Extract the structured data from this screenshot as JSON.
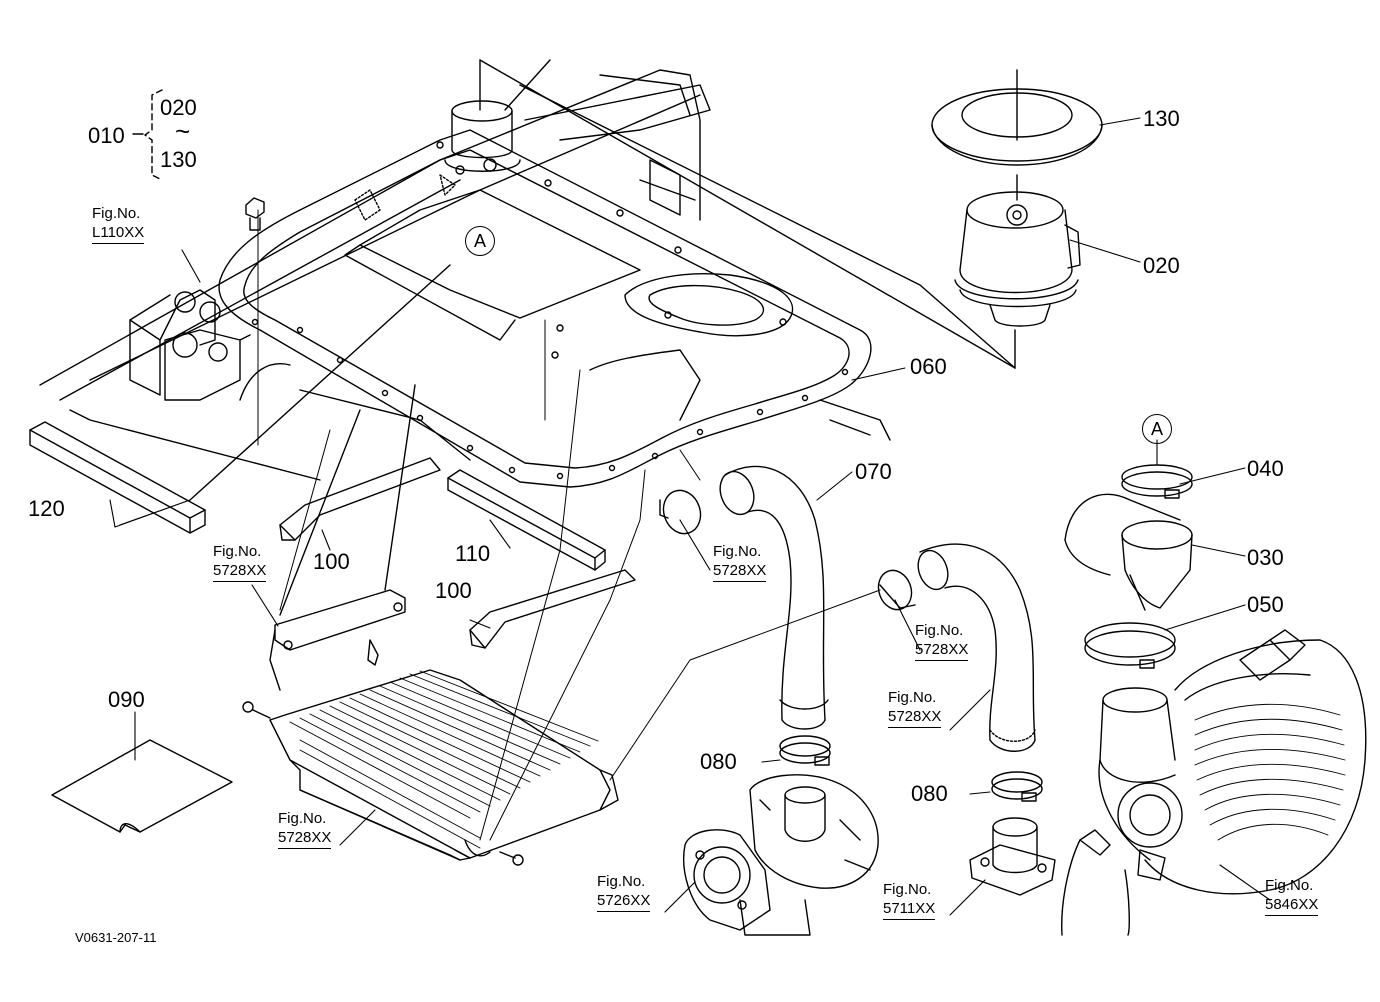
{
  "diagram_code": "V0631-207-11",
  "group": {
    "main": "010",
    "range_start": "020",
    "range_sep": "~",
    "range_end": "130"
  },
  "callout_marker": "A",
  "parts": [
    {
      "id": "020",
      "name_label": "020"
    },
    {
      "id": "030",
      "name_label": "030"
    },
    {
      "id": "040",
      "name_label": "040"
    },
    {
      "id": "050",
      "name_label": "050"
    },
    {
      "id": "060",
      "name_label": "060"
    },
    {
      "id": "070",
      "name_label": "070"
    },
    {
      "id": "080a",
      "name_label": "080"
    },
    {
      "id": "080b",
      "name_label": "080"
    },
    {
      "id": "090",
      "name_label": "090"
    },
    {
      "id": "100a",
      "name_label": "100"
    },
    {
      "id": "100b",
      "name_label": "100"
    },
    {
      "id": "110",
      "name_label": "110"
    },
    {
      "id": "120",
      "name_label": "120"
    },
    {
      "id": "130",
      "name_label": "130"
    }
  ],
  "figure_refs": [
    {
      "prefix": "Fig.No.",
      "number": "L110XX"
    },
    {
      "prefix": "Fig.No.",
      "number": "5728XX"
    },
    {
      "prefix": "Fig.No.",
      "number": "5728XX"
    },
    {
      "prefix": "Fig.No.",
      "number": "5728XX"
    },
    {
      "prefix": "Fig.No.",
      "number": "5728XX"
    },
    {
      "prefix": "Fig.No.",
      "number": "5728XX"
    },
    {
      "prefix": "Fig.No.",
      "number": "5726XX"
    },
    {
      "prefix": "Fig.No.",
      "number": "5711XX"
    },
    {
      "prefix": "Fig.No.",
      "number": "5846XX"
    }
  ]
}
